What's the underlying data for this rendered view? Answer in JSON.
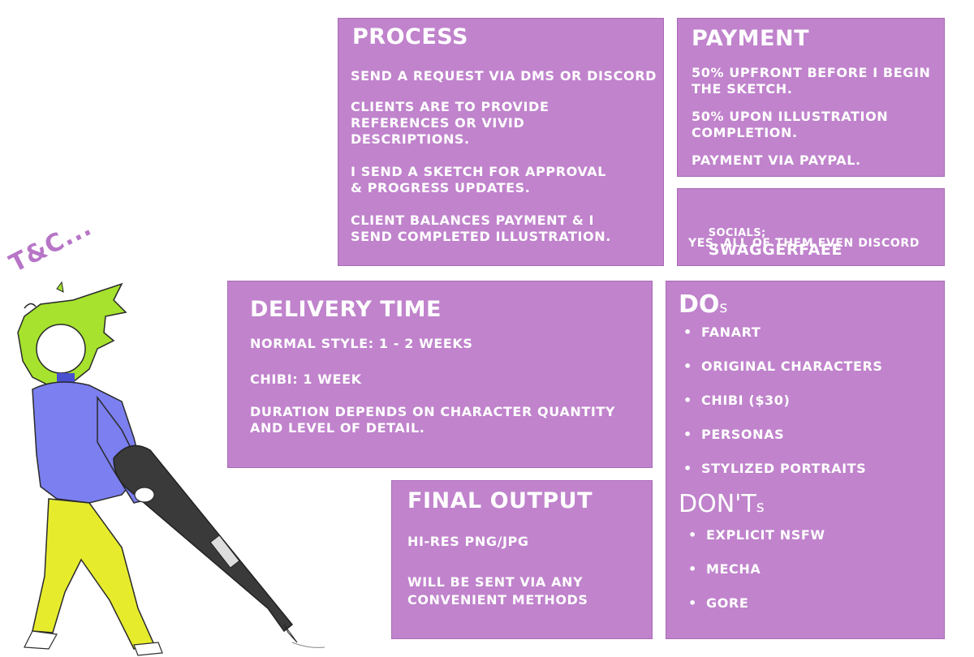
{
  "tc_label": "T&C...",
  "process": {
    "title": "PROCESS",
    "lines": [
      "SEND A REQUEST VIA DMS OR DISCORD",
      "CLIENTS ARE TO PROVIDE",
      "REFERENCES OR VIVID",
      "DESCRIPTIONS.",
      "I SEND A SKETCH FOR APPROVAL",
      "& PROGRESS UPDATES.",
      "CLIENT BALANCES PAYMENT & I",
      "SEND COMPLETED ILLUSTRATION."
    ]
  },
  "payment": {
    "title": "PAYMENT",
    "lines": [
      "50% UPFRONT BEFORE I BEGIN",
      "THE SKETCH.",
      "50% UPON ILLUSTRATION",
      "COMPLETION.",
      "PAYMENT VIA PAYPAL."
    ]
  },
  "socials": {
    "label": "socials;",
    "handle": "SWAGGERFAEE",
    "note": "YES, ALL OF THEM EVEN DISCORD"
  },
  "delivery": {
    "title": "DELIVERY TIME",
    "lines": [
      "NORMAL STYLE: 1 - 2 WEEKS",
      "CHIBI: 1 WEEK",
      "DURATION DEPENDS ON CHARACTER QUANTITY",
      "AND LEVEL OF DETAIL."
    ]
  },
  "final_output": {
    "title": "FINAL OUTPUT",
    "lines": [
      "HI-RES PNG/JPG",
      "WILL BE SENT VIA ANY",
      "CONVENIENT METHODS"
    ]
  },
  "dos": {
    "heading_main": "DO",
    "heading_suffix": "s",
    "items": [
      "FANART",
      "ORIGINAL CHARACTERS",
      "CHIBI ($30)",
      "PERSONAS",
      "STYLIZED PORTRAITS"
    ]
  },
  "donts": {
    "heading_main": "DON'T",
    "heading_suffix": "s",
    "items": [
      "EXPLICIT NSFW",
      "MECHA",
      "GORE"
    ]
  },
  "colors": {
    "panel": "#c083cc",
    "text": "#ffffff",
    "hair": "#a6e22e",
    "hoodie": "#7b7ff0",
    "pants": "#e6ec2c",
    "pen": "#3a3a3a"
  }
}
